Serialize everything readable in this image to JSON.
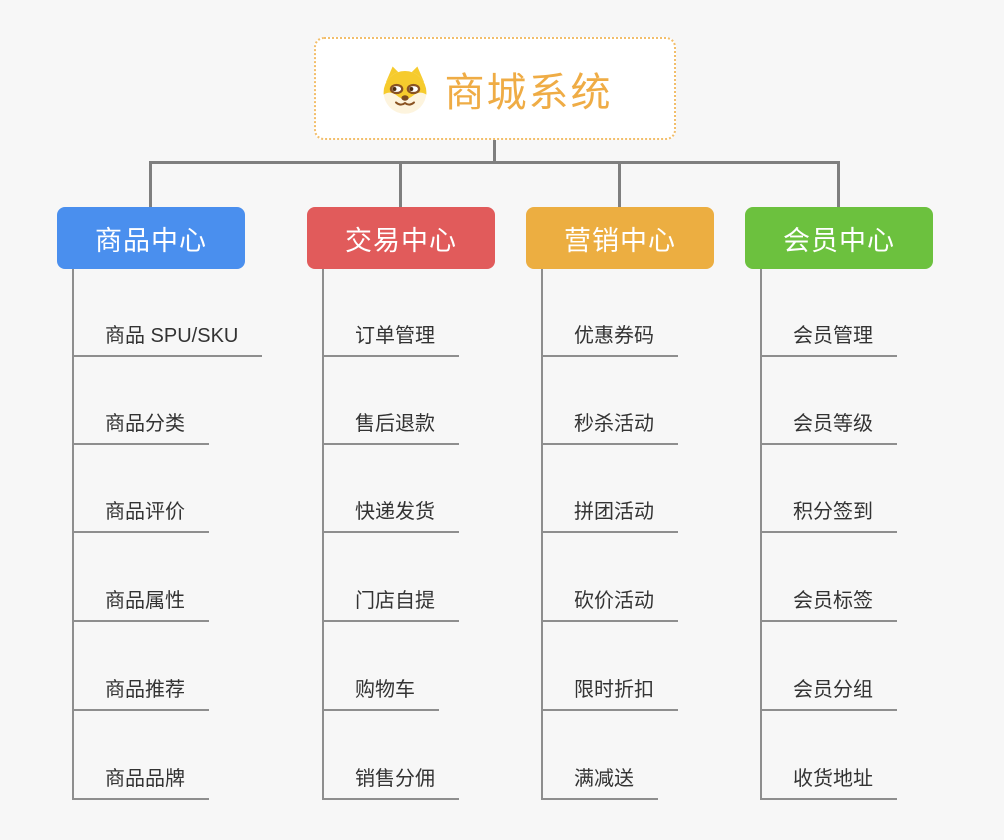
{
  "page": {
    "background": "#f7f7f7",
    "connector_color": "#7F7F7F"
  },
  "root": {
    "title": "商城系统",
    "icon": "dog-icon",
    "title_color": "#EFAC45",
    "border_color": "#F2BE6B"
  },
  "branches": [
    {
      "label": "商品中心",
      "color": "#4A8FEE",
      "items": [
        "商品 SPU/SKU",
        "商品分类",
        "商品评价",
        "商品属性",
        "商品推荐",
        "商品品牌"
      ]
    },
    {
      "label": "交易中心",
      "color": "#E15B5B",
      "items": [
        "订单管理",
        "售后退款",
        "快递发货",
        "门店自提",
        "购物车",
        "销售分佣"
      ]
    },
    {
      "label": "营销中心",
      "color": "#ECAE41",
      "items": [
        "优惠券码",
        "秒杀活动",
        "拼团活动",
        "砍价活动",
        "限时折扣",
        "满减送"
      ]
    },
    {
      "label": "会员中心",
      "color": "#6CC13E",
      "items": [
        "会员管理",
        "会员等级",
        "积分签到",
        "会员标签",
        "会员分组",
        "收货地址"
      ]
    }
  ]
}
